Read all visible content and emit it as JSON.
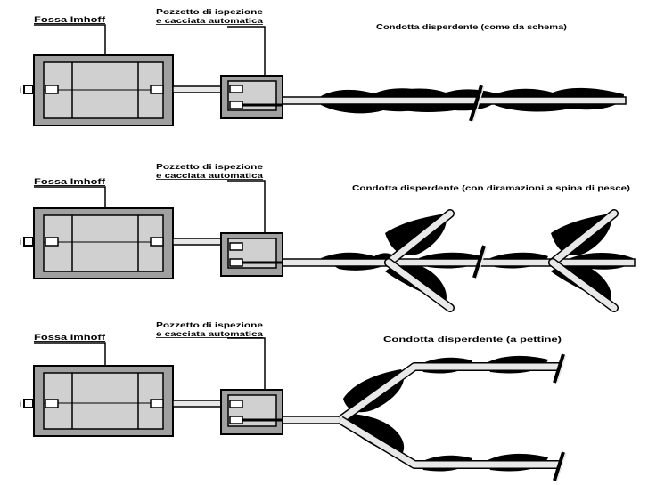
{
  "panels": [
    {
      "id": "panel-1",
      "tank_label": "Fossa Imhoff",
      "pit_label_line1": "Pozzetto di ispezione",
      "pit_label_line2": "e cacciata automatica",
      "trench_label": "Condotta disperdente (come da schema)",
      "layout": "straight"
    },
    {
      "id": "panel-2",
      "tank_label": "Fossa Imhoff",
      "pit_label_line1": "Pozzetto di ispezione",
      "pit_label_line2": "e cacciata automatica",
      "trench_label": "Condotta disperdente (con diramazioni a spina di pesce)",
      "layout": "herringbone"
    },
    {
      "id": "panel-3",
      "tank_label": "Fossa Imhoff",
      "pit_label_line1": "Pozzetto di ispezione",
      "pit_label_line2": "e cacciata automatica",
      "trench_label": "Condotta disperdente (a pettine)",
      "layout": "forked"
    }
  ],
  "colors": {
    "tank_outer": "#a0a0a0",
    "tank_inner": "#d0d0d0",
    "pipe_fill": "#e8e8e8",
    "gravel": "#000000",
    "stroke": "#000000"
  }
}
